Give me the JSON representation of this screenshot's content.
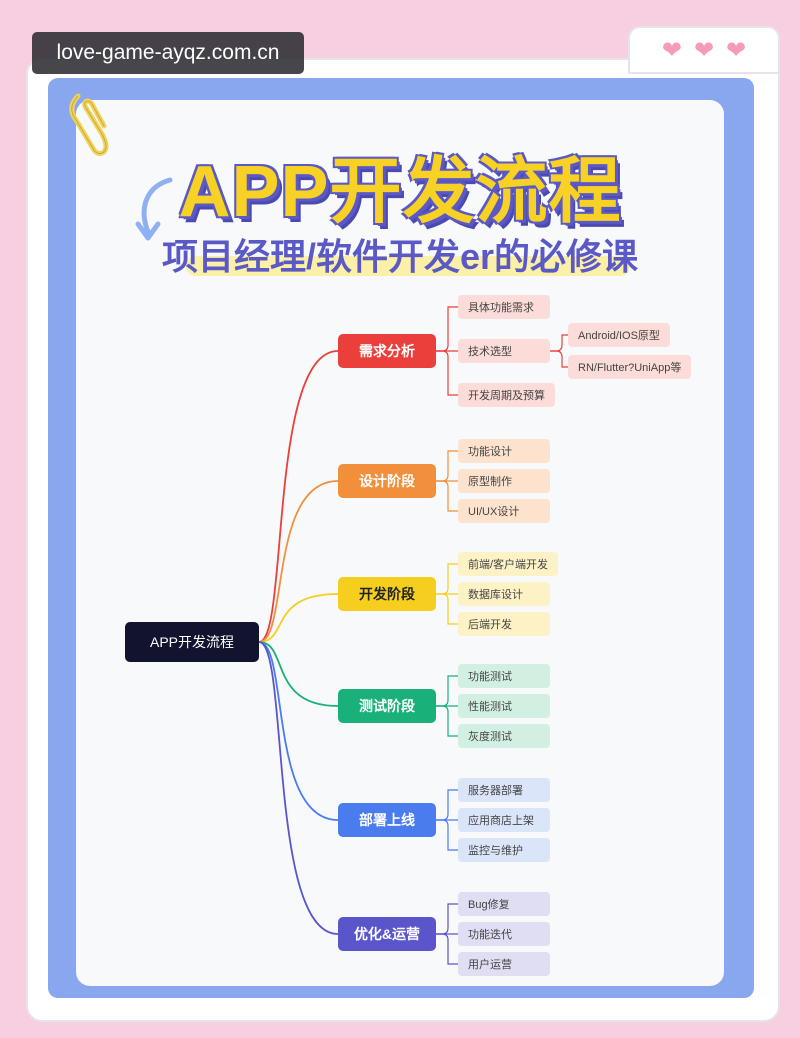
{
  "watermark": "love-game-ayqz.com.cn",
  "hearts": [
    "❤",
    "❤",
    "❤"
  ],
  "title": "APP开发流程",
  "subtitle": "项目经理/软件开发er的必修课",
  "colors": {
    "blue_frame": "#88a7ee",
    "title_yellow": "#f8d125",
    "title_purple": "#5b59c5",
    "root_bg": "#12132e"
  },
  "mindmap": {
    "root": "APP开发流程",
    "stages": [
      {
        "label": "需求分析",
        "color": "#ea3f3a",
        "leaf_bg": "#fbdcd8",
        "items": [
          "具体功能需求",
          "技术选型",
          "开发周期及预算"
        ],
        "sub": {
          "parent_index": 1,
          "items": [
            "Android/IOS原型",
            "RN/Flutter?UniApp等"
          ]
        }
      },
      {
        "label": "设计阶段",
        "color": "#f28f3b",
        "leaf_bg": "#fde3ce",
        "items": [
          "功能设计",
          "原型制作",
          "UI/UX设计"
        ]
      },
      {
        "label": "开发阶段",
        "color": "#f6cf1e",
        "leaf_bg": "#fdf2c6",
        "label_color": "#222222",
        "items": [
          "前端/客户端开发",
          "数据库设计",
          "后端开发"
        ]
      },
      {
        "label": "测试阶段",
        "color": "#19b079",
        "leaf_bg": "#d2f0e2",
        "items": [
          "功能测试",
          "性能测试",
          "灰度测试"
        ]
      },
      {
        "label": "部署上线",
        "color": "#4a7bef",
        "leaf_bg": "#dbe5fa",
        "items": [
          "服务器部署",
          "应用商店上架",
          "监控与维护"
        ]
      },
      {
        "label": "优化&运营",
        "color": "#5b55cc",
        "leaf_bg": "#e0def3",
        "items": [
          "Bug修复",
          "功能迭代",
          "用户运营"
        ]
      }
    ]
  }
}
